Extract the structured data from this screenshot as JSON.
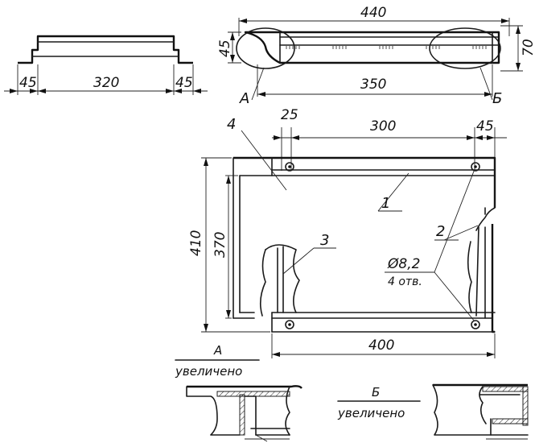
{
  "dimensions": {
    "top_left_width": "320",
    "top_left_side_left": "45",
    "top_left_side_right": "45",
    "top_right_total": "440",
    "top_right_inner": "350",
    "top_right_height_left": "45",
    "top_right_height_right": "70",
    "frame_spacing_25": "25",
    "frame_span_300": "300",
    "frame_right_45": "45",
    "frame_height_410": "410",
    "frame_height_370": "370",
    "frame_width_400": "400",
    "hole_diameter": "Ø8,2",
    "hole_count": "4 отв."
  },
  "callouts": {
    "detail_a": "А",
    "detail_b": "Б",
    "part_1": "1",
    "part_2": "2",
    "part_3": "3",
    "part_4": "4"
  },
  "details": {
    "a_title": "А",
    "a_subtitle": "увеличено",
    "b_title": "Б",
    "b_subtitle": "увеличено"
  }
}
